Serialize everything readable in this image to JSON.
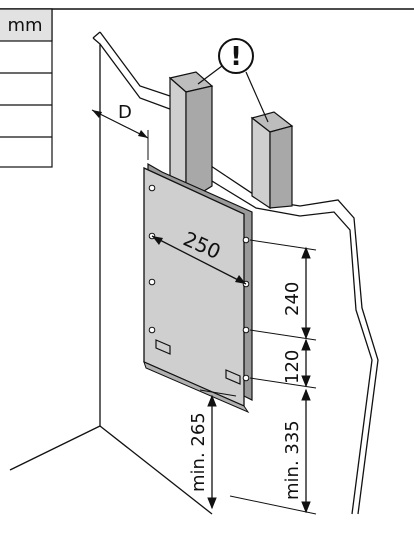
{
  "table": {
    "unit_header": "mm",
    "rows": [
      "",
      "",
      "",
      ""
    ]
  },
  "warning_symbol": "!",
  "labels": {
    "depth": "D",
    "panel_width": "250",
    "top_spacing": "240",
    "middle_spacing": "120",
    "right_min_height": "min. 335",
    "left_min_height": "min. 265"
  },
  "colors": {
    "panel_fill": "#cfcfcf",
    "post_fill": "#c8c8c8",
    "post_side": "#9a9a9a",
    "line": "#111111"
  }
}
